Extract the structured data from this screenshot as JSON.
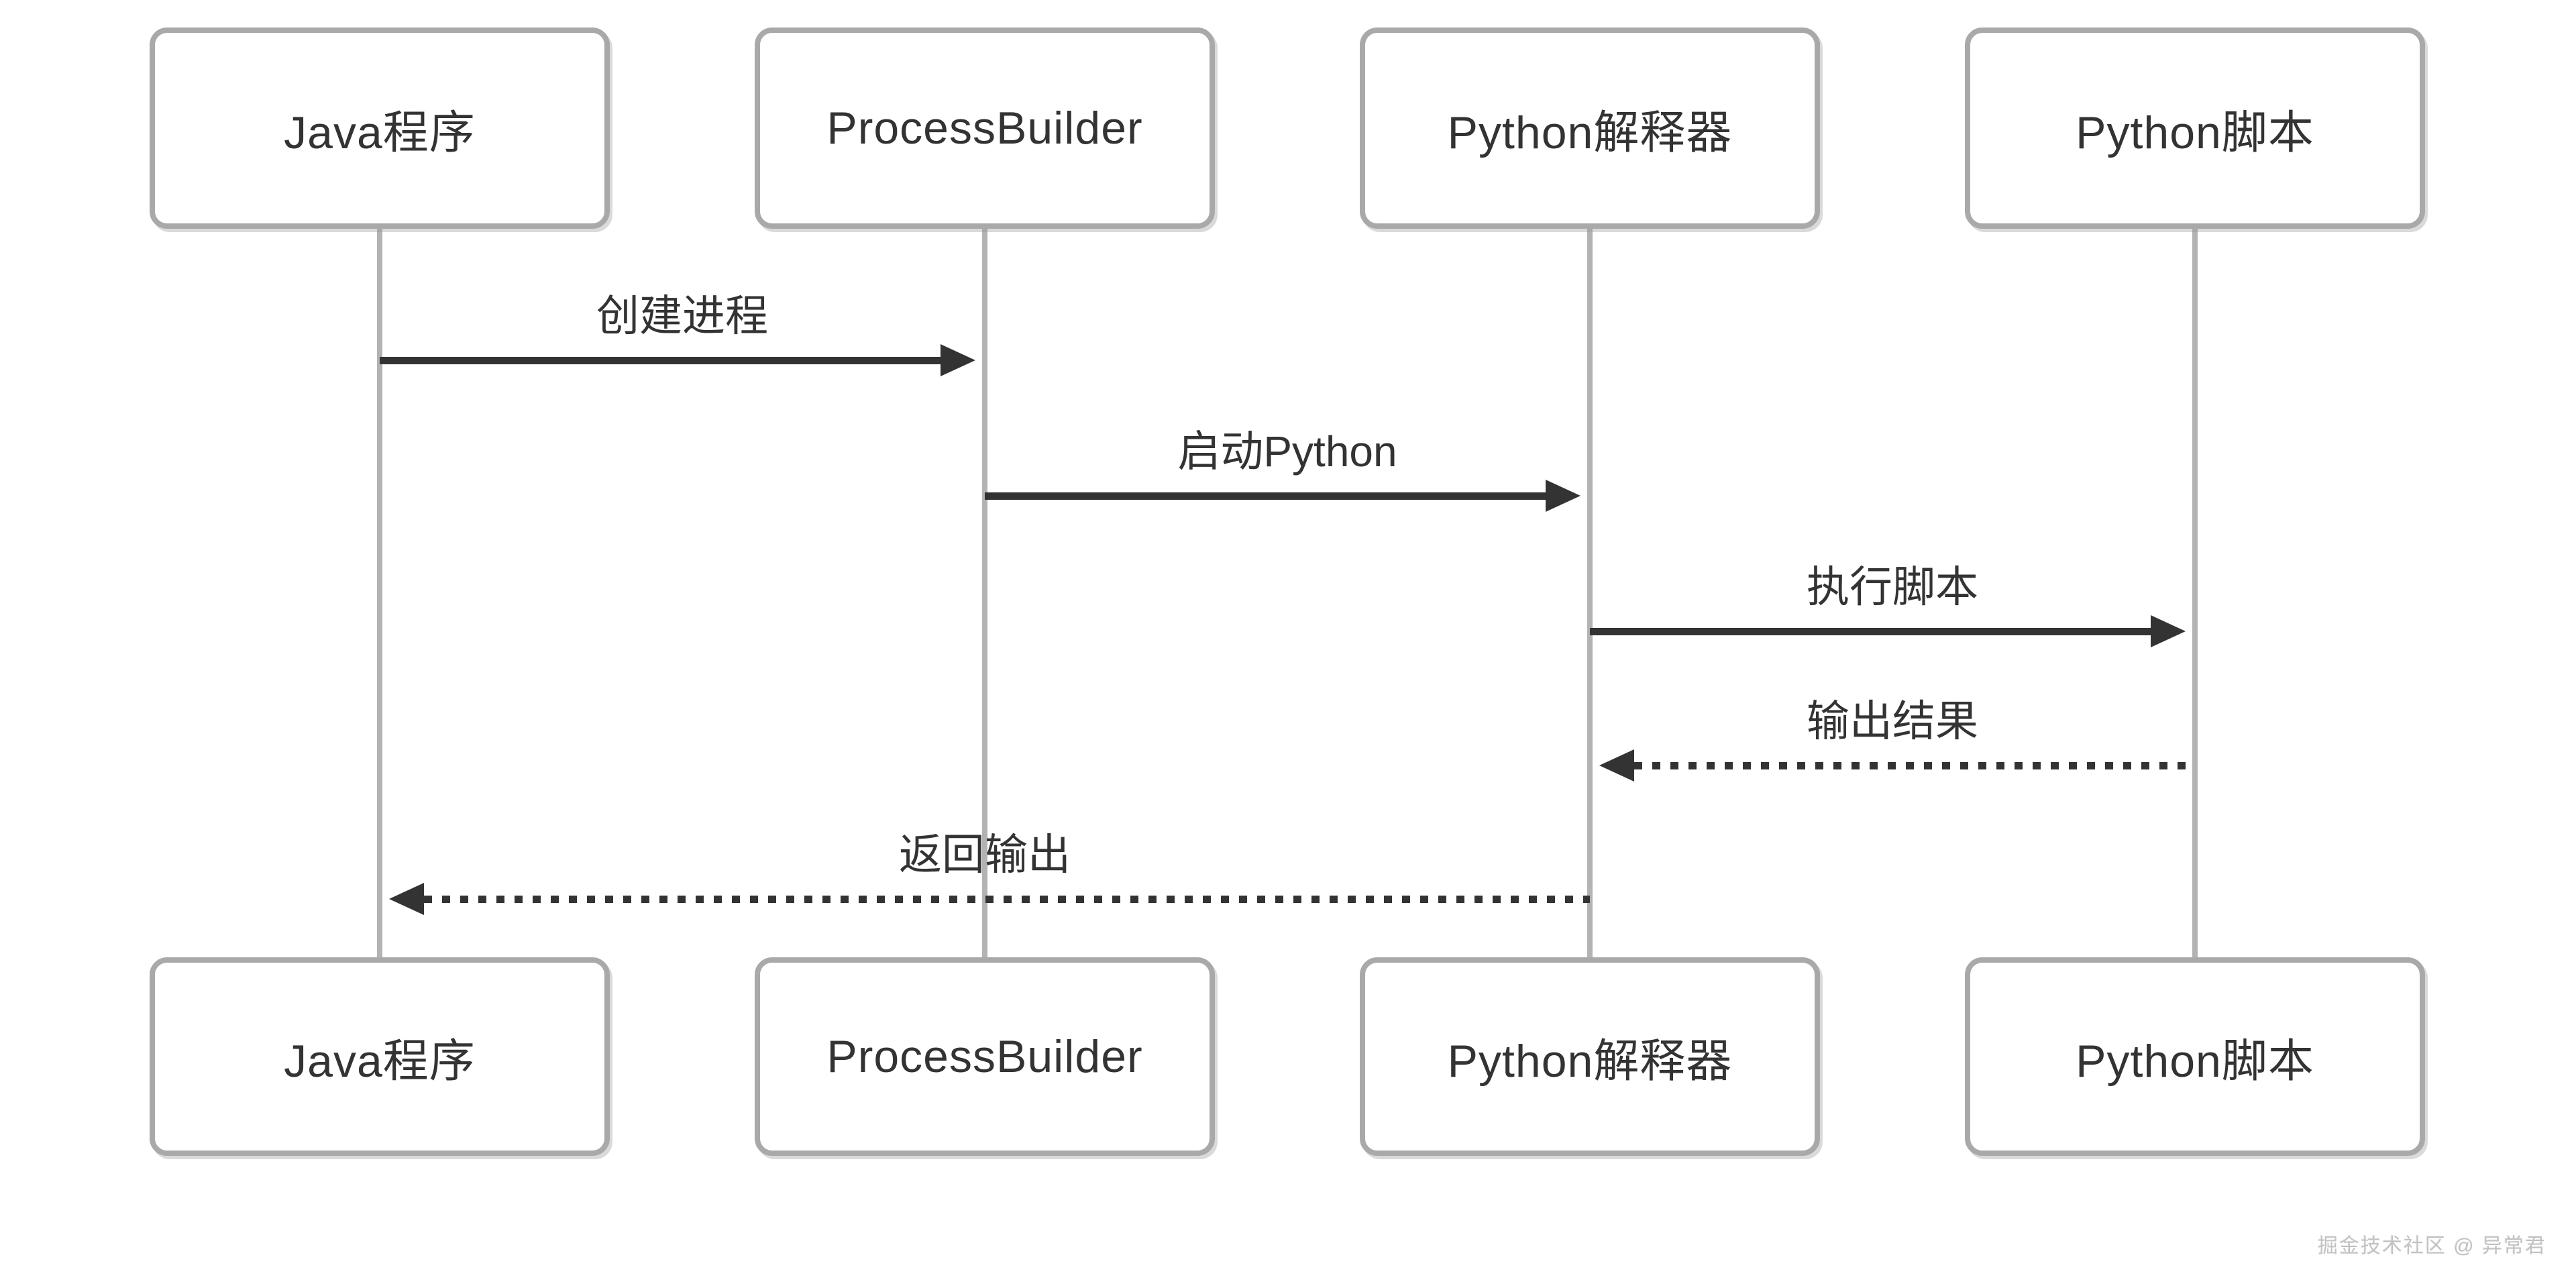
{
  "diagram": {
    "type": "sequence-diagram",
    "actors": [
      {
        "id": "java-program",
        "label": "Java程序"
      },
      {
        "id": "process-builder",
        "label": "ProcessBuilder"
      },
      {
        "id": "python-interpreter",
        "label": "Python解释器"
      },
      {
        "id": "python-script",
        "label": "Python脚本"
      }
    ],
    "messages": [
      {
        "label": "创建进程",
        "from": "Java程序",
        "to": "ProcessBuilder",
        "line": "solid",
        "direction": "right"
      },
      {
        "label": "启动Python",
        "from": "ProcessBuilder",
        "to": "Python解释器",
        "line": "solid",
        "direction": "right"
      },
      {
        "label": "执行脚本",
        "from": "Python解释器",
        "to": "Python脚本",
        "line": "solid",
        "direction": "right"
      },
      {
        "label": "输出结果",
        "from": "Python脚本",
        "to": "Python解释器",
        "line": "dotted",
        "direction": "left"
      },
      {
        "label": "返回输出",
        "from": "Python解释器",
        "to": "Java程序",
        "line": "dotted",
        "direction": "left"
      }
    ],
    "colors": {
      "background": "#ffffff",
      "actor_border": "#a9a9a9",
      "lifeline": "#b3b3b3",
      "arrow": "#333333",
      "text": "#333333",
      "watermark_text": "#c2c2c2"
    }
  },
  "watermark": {
    "text": "掘金技术社区 @ 异常君"
  }
}
